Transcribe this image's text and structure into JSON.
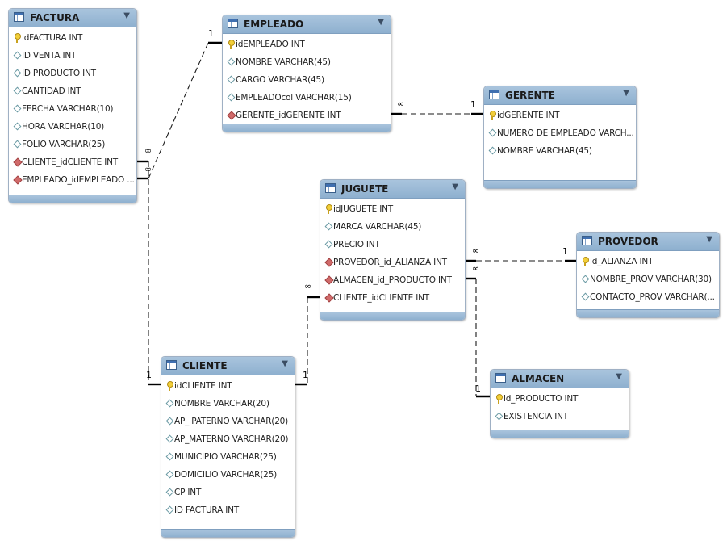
{
  "entities": {
    "factura": {
      "title": "FACTURA",
      "columns": [
        {
          "name": "idFACTURA INT",
          "icon": "key"
        },
        {
          "name": "ID VENTA INT",
          "icon": "column"
        },
        {
          "name": "ID PRODUCTO INT",
          "icon": "column"
        },
        {
          "name": "CANTIDAD INT",
          "icon": "column"
        },
        {
          "name": "FERCHA VARCHAR(10)",
          "icon": "column"
        },
        {
          "name": "HORA VARCHAR(10)",
          "icon": "column"
        },
        {
          "name": "FOLIO VARCHAR(25)",
          "icon": "column"
        },
        {
          "name": "CLIENTE_idCLIENTE INT",
          "icon": "foreign-key"
        },
        {
          "name": "EMPLEADO_idEMPLEADO ...",
          "icon": "foreign-key"
        }
      ]
    },
    "empleado": {
      "title": "EMPLEADO",
      "columns": [
        {
          "name": "idEMPLEADO INT",
          "icon": "key"
        },
        {
          "name": "NOMBRE VARCHAR(45)",
          "icon": "column"
        },
        {
          "name": "CARGO VARCHAR(45)",
          "icon": "column"
        },
        {
          "name": "EMPLEADOcol VARCHAR(15)",
          "icon": "column"
        },
        {
          "name": "GERENTE_idGERENTE INT",
          "icon": "foreign-key"
        }
      ]
    },
    "gerente": {
      "title": "GERENTE",
      "columns": [
        {
          "name": "idGERENTE INT",
          "icon": "key"
        },
        {
          "name": "NUMERO DE EMPLEADO VARCH...",
          "icon": "column"
        },
        {
          "name": "NOMBRE VARCHAR(45)",
          "icon": "column"
        }
      ]
    },
    "juguete": {
      "title": "JUGUETE",
      "columns": [
        {
          "name": "idJUGUETE INT",
          "icon": "key"
        },
        {
          "name": "MARCA VARCHAR(45)",
          "icon": "column"
        },
        {
          "name": "PRECIO INT",
          "icon": "column"
        },
        {
          "name": "PROVEDOR_id_ALIANZA INT",
          "icon": "foreign-key"
        },
        {
          "name": "ALMACEN_id_PRODUCTO INT",
          "icon": "foreign-key"
        },
        {
          "name": "CLIENTE_idCLIENTE INT",
          "icon": "foreign-key"
        }
      ]
    },
    "provedor": {
      "title": "PROVEDOR",
      "columns": [
        {
          "name": "id_ALIANZA INT",
          "icon": "key"
        },
        {
          "name": "NOMBRE_PROV VARCHAR(30)",
          "icon": "column"
        },
        {
          "name": "CONTACTO_PROV VARCHAR(...",
          "icon": "column"
        }
      ]
    },
    "cliente": {
      "title": "CLIENTE",
      "columns": [
        {
          "name": "idCLIENTE INT",
          "icon": "key"
        },
        {
          "name": "NOMBRE VARCHAR(20)",
          "icon": "column"
        },
        {
          "name": "AP_ PATERNO VARCHAR(20)",
          "icon": "column"
        },
        {
          "name": "AP_MATERNO VARCHAR(20)",
          "icon": "column"
        },
        {
          "name": "MUNICIPIO VARCHAR(25)",
          "icon": "column"
        },
        {
          "name": "DOMICILIO VARCHAR(25)",
          "icon": "column"
        },
        {
          "name": "CP INT",
          "icon": "column"
        },
        {
          "name": "ID FACTURA INT",
          "icon": "column"
        }
      ]
    },
    "almacen": {
      "title": "ALMACEN",
      "columns": [
        {
          "name": "id_PRODUCTO INT",
          "icon": "key"
        },
        {
          "name": "EXISTENCIA INT",
          "icon": "column"
        }
      ]
    }
  },
  "relationships": [
    {
      "from": "factura.EMPLEADO_idEMPLEADO",
      "to": "empleado.idEMPLEADO",
      "from_card": "∞",
      "to_card": "1"
    },
    {
      "from": "empleado.GERENTE_idGERENTE",
      "to": "gerente.idGERENTE",
      "from_card": "∞",
      "to_card": "1"
    },
    {
      "from": "factura.CLIENTE_idCLIENTE",
      "to": "cliente.idCLIENTE",
      "from_card": "∞",
      "to_card": "1"
    },
    {
      "from": "juguete.CLIENTE_idCLIENTE",
      "to": "cliente.idCLIENTE",
      "from_card": "∞",
      "to_card": "1"
    },
    {
      "from": "juguete.PROVEDOR_id_ALIANZA",
      "to": "provedor.id_ALIANZA",
      "from_card": "∞",
      "to_card": "1"
    },
    {
      "from": "juguete.ALMACEN_id_PRODUCTO",
      "to": "almacen.id_PRODUCTO",
      "from_card": "∞",
      "to_card": "1"
    }
  ],
  "colors": {
    "header": "#8eb0cf",
    "line": "#1a1a1a",
    "foreign_key": "#d06a6a",
    "primary_key": "#f2cf3a"
  }
}
